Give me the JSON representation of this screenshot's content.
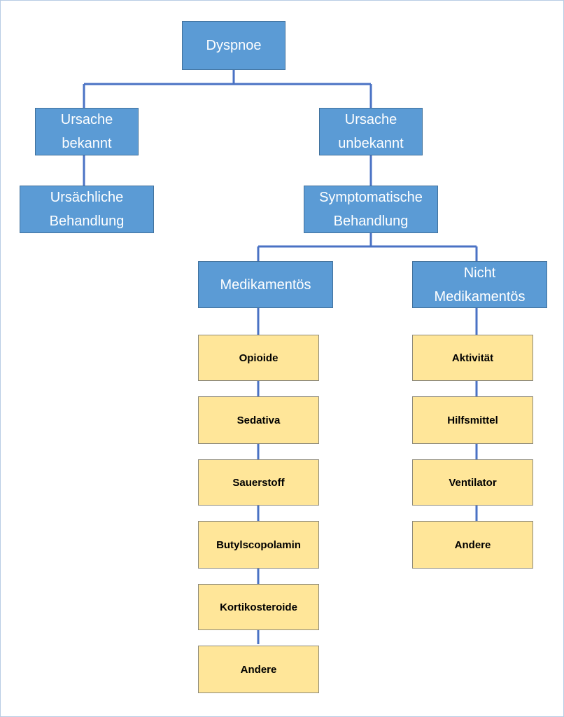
{
  "diagram": {
    "root": "Dyspnoe",
    "known_cause": "Ursache\nbekannt",
    "causal_treatment": "Ursächliche\nBehandlung",
    "unknown_cause": "Ursache\nunbekannt",
    "symptomatic_treatment": "Symptomatische\nBehandlung",
    "medication": "Medikamentös",
    "non_medication": "Nicht\nMedikamentös",
    "medication_items": [
      "Opioide",
      "Sedativa",
      "Sauerstoff",
      "Butylscopolamin",
      "Kortikosteroide",
      "Andere"
    ],
    "non_medication_items": [
      "Aktivität",
      "Hilfsmittel",
      "Ventilator",
      "Andere"
    ]
  },
  "colors": {
    "box_blue": "#5b9bd5",
    "box_blue_border": "#41719c",
    "box_yellow": "#ffe699",
    "connector": "#4a72c4"
  }
}
